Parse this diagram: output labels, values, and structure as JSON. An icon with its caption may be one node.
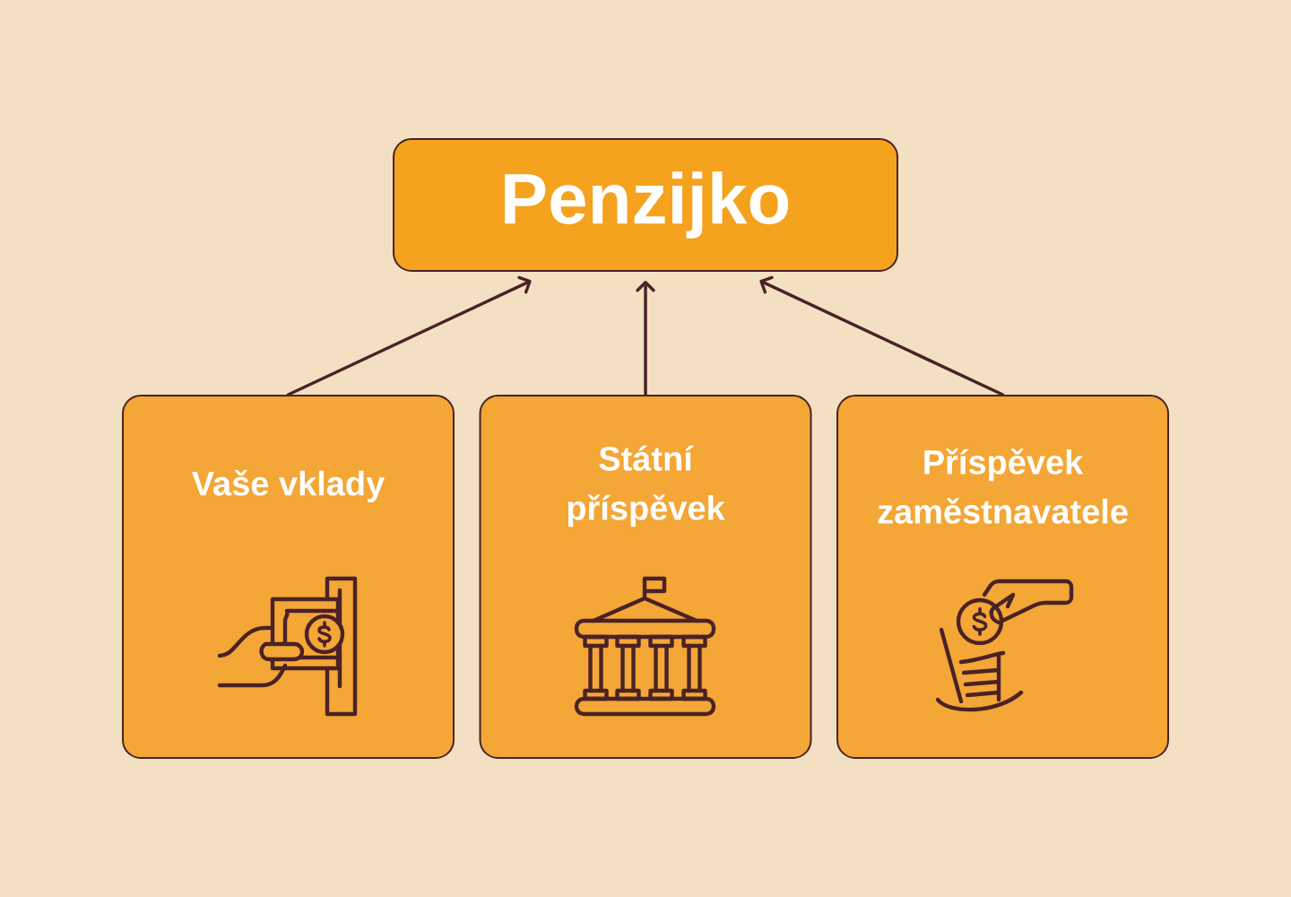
{
  "diagram": {
    "nodes": [
      {
        "text": [
          "Penzijko"
        ]
      },
      {
        "text": [
          "Vaše vklady"
        ]
      },
      {
        "text": [
          "Státní příspěvek"
        ]
      },
      {
        "text": [
          "Příspěvek zaměstnavatele"
        ]
      }
    ],
    "edges": [
      {
        "from": 1,
        "to": 0,
        "arrow": "to"
      },
      {
        "from": 2,
        "to": 0,
        "arrow": "to"
      },
      {
        "from": 3,
        "to": 0,
        "arrow": "to"
      }
    ]
  }
}
